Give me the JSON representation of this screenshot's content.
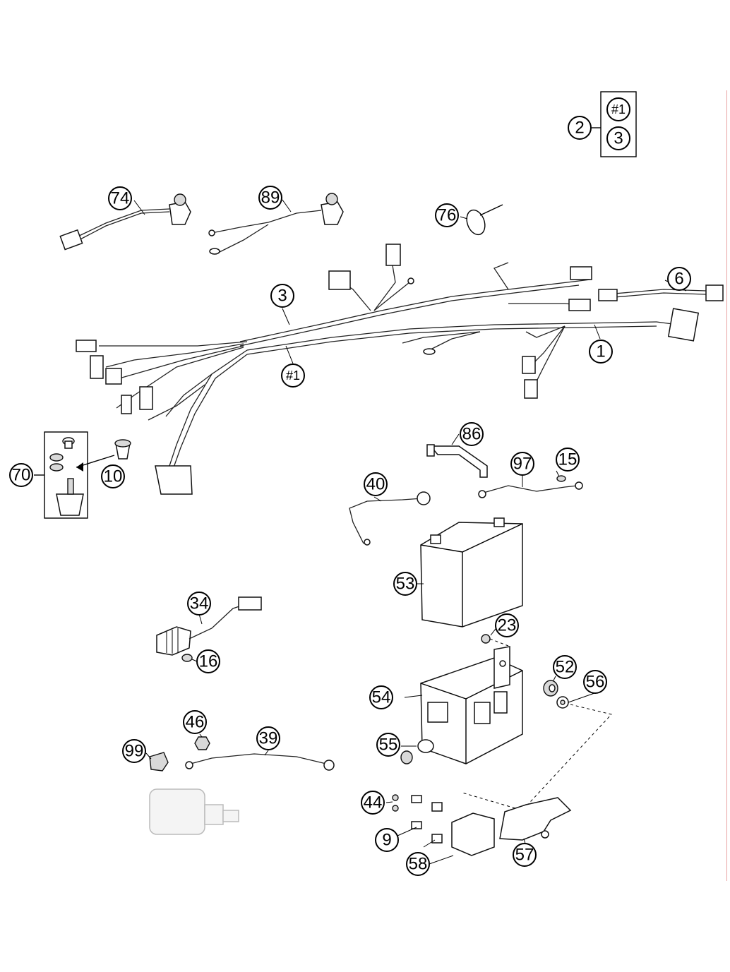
{
  "callouts": [
    {
      "id": "c-2",
      "label": "2"
    },
    {
      "id": "c-h1-top",
      "label": "#1"
    },
    {
      "id": "c-3-top",
      "label": "3"
    },
    {
      "id": "c-74",
      "label": "74"
    },
    {
      "id": "c-89",
      "label": "89"
    },
    {
      "id": "c-76",
      "label": "76"
    },
    {
      "id": "c-6",
      "label": "6"
    },
    {
      "id": "c-3",
      "label": "3"
    },
    {
      "id": "c-1",
      "label": "1"
    },
    {
      "id": "c-h1",
      "label": "#1"
    },
    {
      "id": "c-70",
      "label": "70"
    },
    {
      "id": "c-10",
      "label": "10"
    },
    {
      "id": "c-86",
      "label": "86"
    },
    {
      "id": "c-97",
      "label": "97"
    },
    {
      "id": "c-15",
      "label": "15"
    },
    {
      "id": "c-40",
      "label": "40"
    },
    {
      "id": "c-53",
      "label": "53"
    },
    {
      "id": "c-34",
      "label": "34"
    },
    {
      "id": "c-16",
      "label": "16"
    },
    {
      "id": "c-23",
      "label": "23"
    },
    {
      "id": "c-52",
      "label": "52"
    },
    {
      "id": "c-56",
      "label": "56"
    },
    {
      "id": "c-54",
      "label": "54"
    },
    {
      "id": "c-46",
      "label": "46"
    },
    {
      "id": "c-39",
      "label": "39"
    },
    {
      "id": "c-99",
      "label": "99"
    },
    {
      "id": "c-55",
      "label": "55"
    },
    {
      "id": "c-44",
      "label": "44"
    },
    {
      "id": "c-9",
      "label": "9"
    },
    {
      "id": "c-58",
      "label": "58"
    },
    {
      "id": "c-57",
      "label": "57"
    }
  ],
  "colors": {
    "ink": "#000000",
    "background": "#ffffff",
    "edge_line": "#e9a3a3"
  }
}
